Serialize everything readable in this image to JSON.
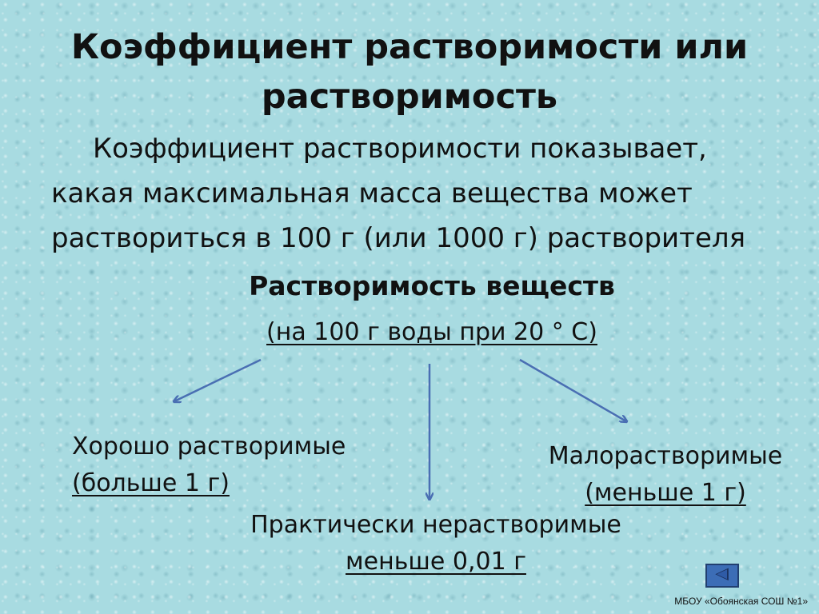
{
  "title": "Коэффициент растворимости или растворимость",
  "definition": "Коэффициент растворимости показывает, какая максимальная масса вещества может раствориться в 100 г (или 1000 г) растворителя",
  "diagram": {
    "heading": "Растворимость веществ",
    "condition": "(на 100 г воды при 20 ° С)",
    "categories": [
      {
        "name": "Хорошо растворимые",
        "note": "(больше 1 г)"
      },
      {
        "name": "Практически нерастворимые",
        "note": "меньше 0,01 г"
      },
      {
        "name": "Малорастворимые",
        "note": "(меньше 1 г)"
      }
    ],
    "arrow_color": "#4a6fb3"
  },
  "navigation": {
    "back_icon": "triangle-left-icon",
    "button_color": "#3c6db6"
  },
  "footer": "МБОУ «Обоянская СОШ №1»"
}
